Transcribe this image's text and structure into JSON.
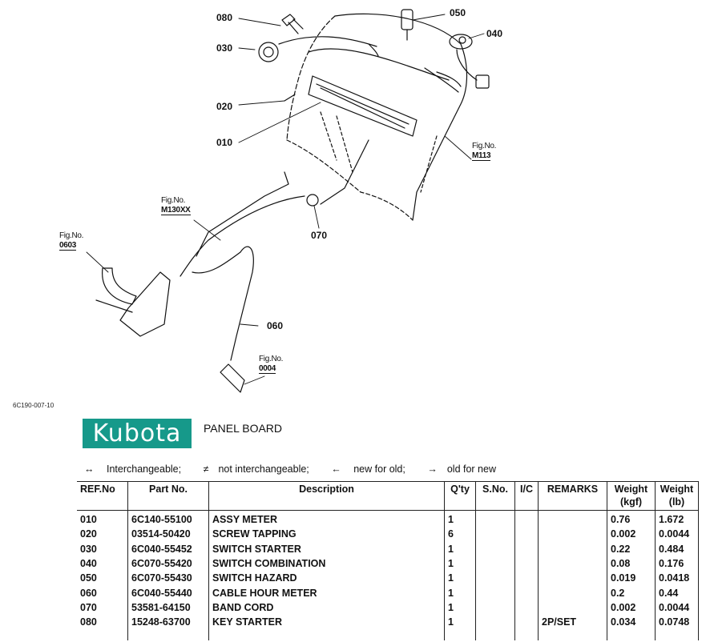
{
  "diagram": {
    "drawing_id": "6C190-007-10",
    "callouts": [
      {
        "ref": "080",
        "label": "080"
      },
      {
        "ref": "050",
        "label": "050"
      },
      {
        "ref": "040",
        "label": "040"
      },
      {
        "ref": "030",
        "label": "030"
      },
      {
        "ref": "020",
        "label": "020"
      },
      {
        "ref": "010",
        "label": "010"
      },
      {
        "ref": "070",
        "label": "070"
      },
      {
        "ref": "060",
        "label": "060"
      }
    ],
    "figure_refs": [
      {
        "prefix": "Fig.No.",
        "number": "M113"
      },
      {
        "prefix": "Fig.No.",
        "number": "M130XX"
      },
      {
        "prefix": "Fig.No.",
        "number": "0603"
      },
      {
        "prefix": "Fig.No.",
        "number": "0004"
      }
    ]
  },
  "header": {
    "brand": "Kubota",
    "brand_color": "#16998a",
    "title": "PANEL BOARD"
  },
  "legend": [
    {
      "symbol": "↔",
      "text": "Interchangeable;"
    },
    {
      "symbol": "≠",
      "text": "not interchangeable;"
    },
    {
      "symbol": "←",
      "text": "new for old;"
    },
    {
      "symbol": "→",
      "text": "old for new"
    }
  ],
  "table": {
    "headers": {
      "ref": "REF.No",
      "part": "Part No.",
      "desc": "Description",
      "qty": "Q'ty",
      "sno": "S.No.",
      "ic": "I/C",
      "remarks": "REMARKS",
      "kgf_1": "Weight",
      "kgf_2": "(kgf)",
      "lb_1": "Weight",
      "lb_2": "(lb)"
    },
    "rows": [
      {
        "ref": "010",
        "part": "6C140-55100",
        "desc": "ASSY METER",
        "qty": "1",
        "sno": "",
        "ic": "",
        "remarks": "",
        "kgf": "0.76",
        "lb": "1.672"
      },
      {
        "ref": "020",
        "part": "03514-50420",
        "desc": "SCREW TAPPING",
        "qty": "6",
        "sno": "",
        "ic": "",
        "remarks": "",
        "kgf": "0.002",
        "lb": "0.0044"
      },
      {
        "ref": "030",
        "part": "6C040-55452",
        "desc": "SWITCH STARTER",
        "qty": "1",
        "sno": "",
        "ic": "",
        "remarks": "",
        "kgf": "0.22",
        "lb": "0.484"
      },
      {
        "ref": "040",
        "part": "6C070-55420",
        "desc": "SWITCH COMBINATION",
        "qty": "1",
        "sno": "",
        "ic": "",
        "remarks": "",
        "kgf": "0.08",
        "lb": "0.176"
      },
      {
        "ref": "050",
        "part": "6C070-55430",
        "desc": "SWITCH HAZARD",
        "qty": "1",
        "sno": "",
        "ic": "",
        "remarks": "",
        "kgf": "0.019",
        "lb": "0.0418"
      },
      {
        "ref": "060",
        "part": "6C040-55440",
        "desc": "CABLE HOUR METER",
        "qty": "1",
        "sno": "",
        "ic": "",
        "remarks": "",
        "kgf": "0.2",
        "lb": "0.44"
      },
      {
        "ref": "070",
        "part": "53581-64150",
        "desc": "BAND CORD",
        "qty": "1",
        "sno": "",
        "ic": "",
        "remarks": "",
        "kgf": "0.002",
        "lb": "0.0044"
      },
      {
        "ref": "080",
        "part": "15248-63700",
        "desc": "KEY STARTER",
        "qty": "1",
        "sno": "",
        "ic": "",
        "remarks": "2P/SET",
        "kgf": "0.034",
        "lb": "0.0748"
      }
    ]
  }
}
